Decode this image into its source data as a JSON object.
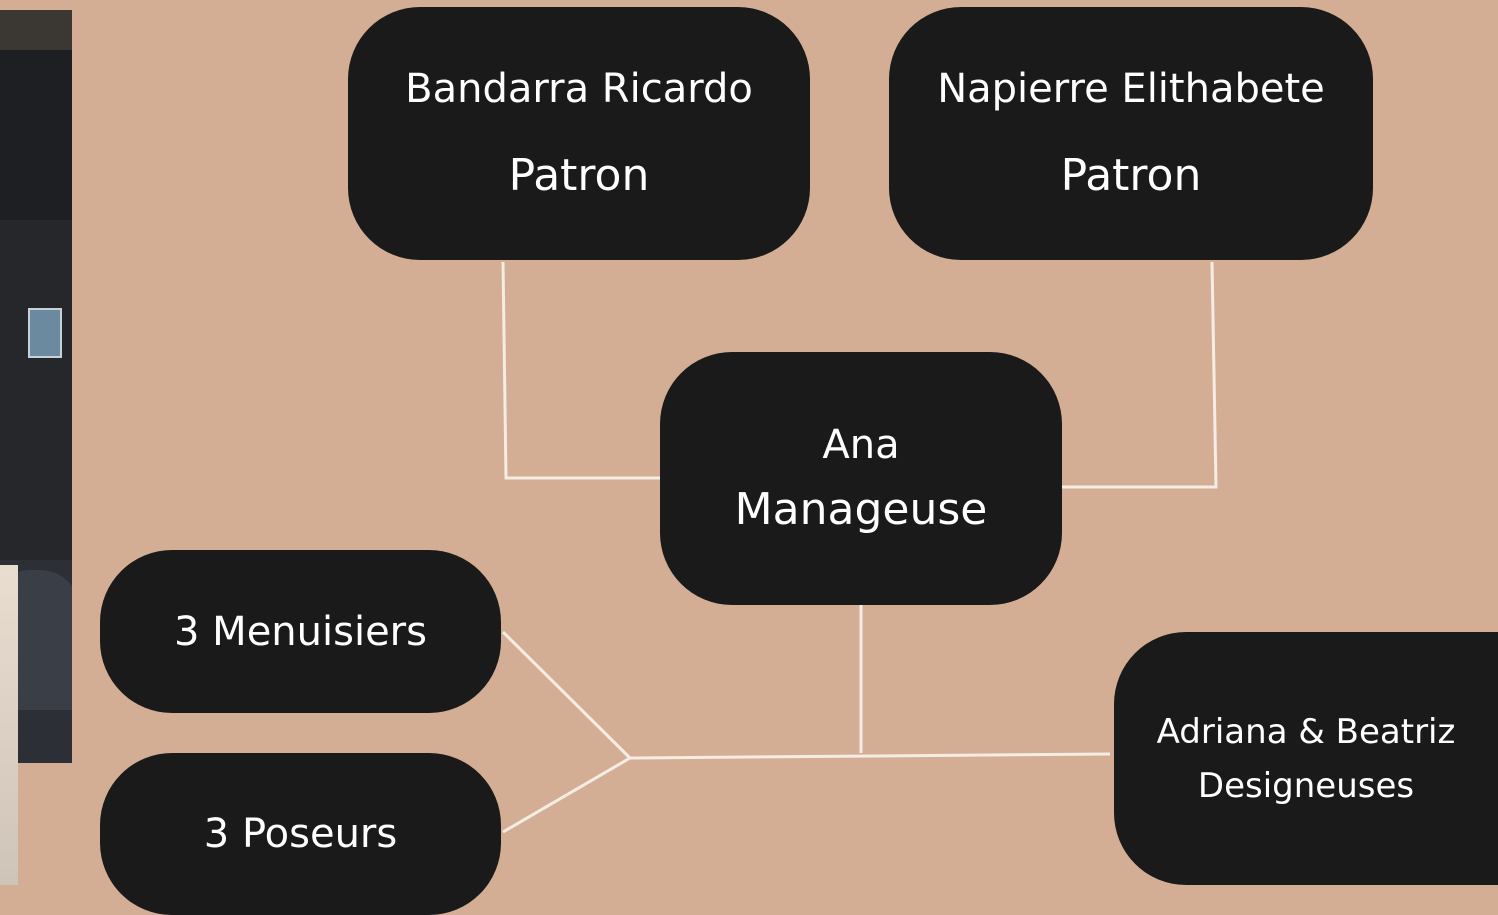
{
  "nodes": {
    "patron1": {
      "name": "Bandarra Ricardo",
      "role": "Patron"
    },
    "patron2": {
      "name": "Napierre Elithabete",
      "role": "Patron"
    },
    "manager": {
      "name": "Ana",
      "role": "Manageuse"
    },
    "menuisiers": {
      "label": "3 Menuisiers"
    },
    "poseurs": {
      "label": "3 Poseurs"
    },
    "designers": {
      "name": "Adriana & Beatriz",
      "role": "Designeuses"
    }
  },
  "colors": {
    "background": "#d3ae95",
    "node": "#1a1a1a",
    "text": "#ffffff",
    "connector": "#f5ece4"
  }
}
